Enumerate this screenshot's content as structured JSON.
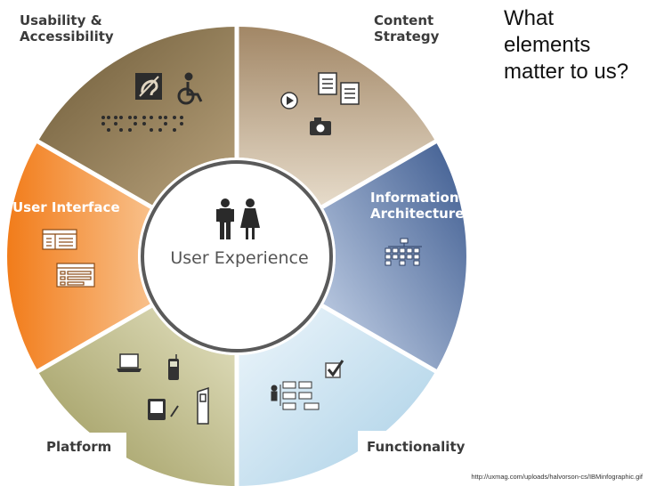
{
  "title": "What elements matter to us?",
  "center": {
    "label": "User Experience",
    "icon": "man-woman-icon"
  },
  "segments": [
    {
      "label_lines": [
        "Usability &",
        "Accessibility"
      ],
      "color": "#8a7650",
      "icons": [
        "hearing-icon",
        "wheelchair-icon",
        "braille-icon"
      ]
    },
    {
      "label_lines": [
        "Content",
        "Strategy"
      ],
      "color": "#b39a76",
      "icons": [
        "document-icon",
        "document-icon",
        "play-icon",
        "camera-icon"
      ]
    },
    {
      "label_lines": [
        "Information",
        "Architecture"
      ],
      "color": "#4e6c9e",
      "icons": [
        "sitemap-icon"
      ]
    },
    {
      "label_lines": [
        "Functionality"
      ],
      "color": "#cfe4f0",
      "icons": [
        "checkbox-icon",
        "flowchart-icon"
      ]
    },
    {
      "label_lines": [
        "Platform"
      ],
      "color": "#a9a56a",
      "icons": [
        "laptop-icon",
        "mobile-phone-icon",
        "pda-icon",
        "kiosk-icon"
      ]
    },
    {
      "label_lines": [
        "User Interface"
      ],
      "color": "#f08a2e",
      "icons": [
        "window-icon",
        "form-icon"
      ]
    }
  ],
  "source": "http://uxmag.com/uploads/halvorson-cs/IBMinfographic.gif"
}
